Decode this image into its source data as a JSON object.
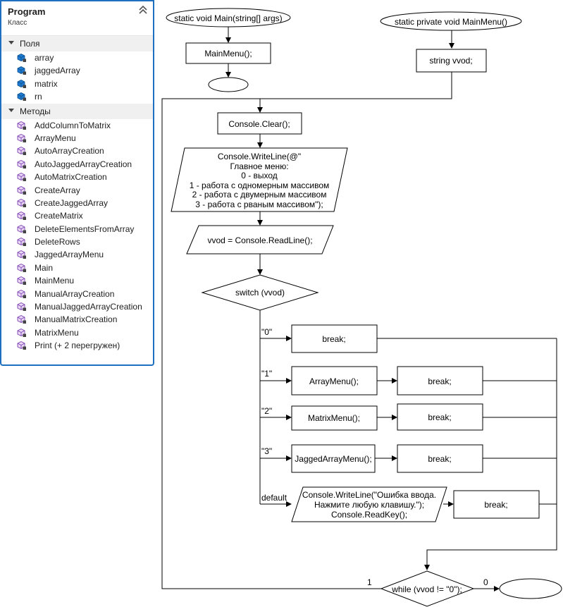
{
  "class_view": {
    "title": "Program",
    "subtitle": "Класс",
    "fields_label": "Поля",
    "fields": [
      "array",
      "jaggedArray",
      "matrix",
      "rn"
    ],
    "methods_label": "Методы",
    "methods": [
      "AddColumnToMatrix",
      "ArrayMenu",
      "AutoArrayCreation",
      "AutoJaggedArrayCreation",
      "AutoMatrixCreation",
      "CreateArray",
      "CreateJaggedArray",
      "CreateMatrix",
      "DeleteElementsFromArray",
      "DeleteRows",
      "JaggedArrayMenu",
      "Main",
      "MainMenu",
      "ManualArrayCreation",
      "ManualJaggedArrayCreation",
      "ManualMatrixCreation",
      "MatrixMenu",
      "Print (+ 2 перегружен)"
    ],
    "field_icon": "field-icon",
    "method_icon": "method-icon",
    "accent_color": "#1e6fbf"
  },
  "flowchart": {
    "main_start": "static void Main(string[] args)",
    "main_call": "MainMenu();",
    "mainmenu_start": "static private void MainMenu()",
    "declare": "string vvod;",
    "clear": "Console.Clear();",
    "writeline_lines": [
      "Console.WriteLine(@\"",
      "Главное меню:",
      "0 - выход",
      "1 - работа с одномерным массивом",
      "2 - работа с двумерным массивом",
      "3 - работа с рваным массивом\");"
    ],
    "readline": "vvod = Console.ReadLine();",
    "switch": "switch (vvod)",
    "case0_label": "\"0\"",
    "case0_break": "break;",
    "case1_label": "\"1\"",
    "case1_call": "ArrayMenu();",
    "case1_break": "break;",
    "case2_label": "\"2\"",
    "case2_call": "MatrixMenu();",
    "case2_break": "break;",
    "case3_label": "\"3\"",
    "case3_call": "JaggedArrayMenu();",
    "case3_break": "break;",
    "default_label": "default",
    "default_lines": [
      "Console.WriteLine(\"Ошибка ввода.",
      "Нажмите любую клавишу.\");",
      "Console.ReadKey();"
    ],
    "default_break": "break;",
    "while": "while (vvod != \"0\");",
    "loop_label_1": "1",
    "loop_label_0": "0"
  }
}
